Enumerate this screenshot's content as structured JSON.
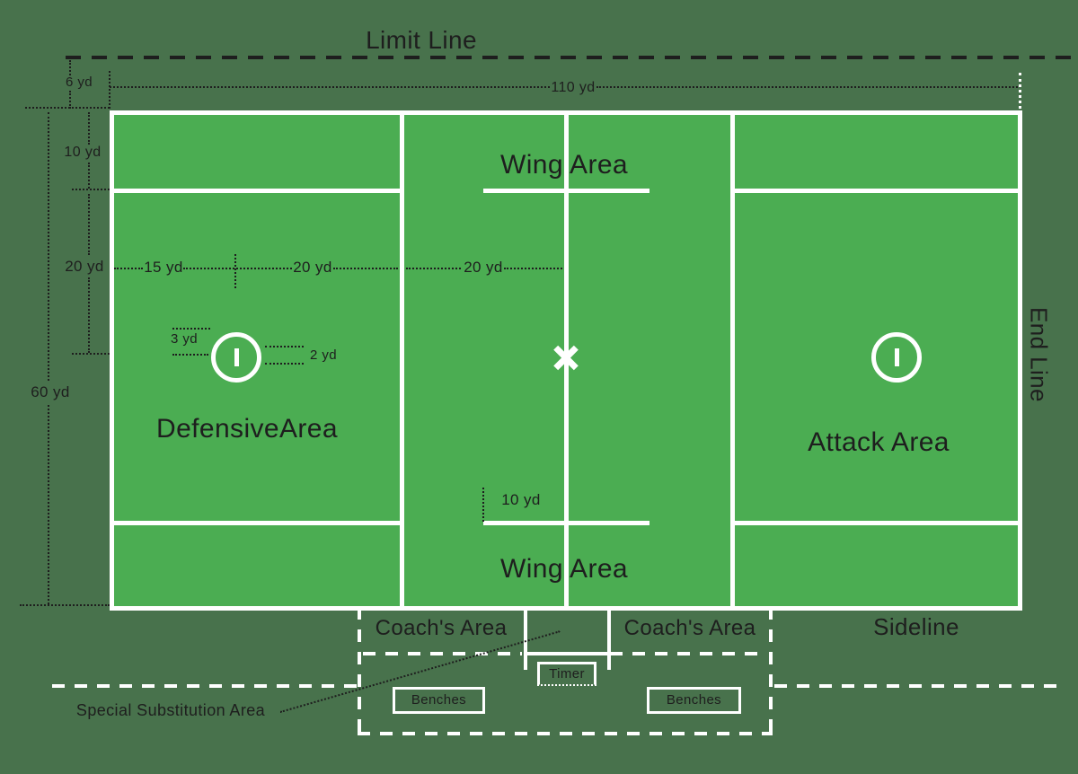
{
  "colors": {
    "background": "#48724C",
    "turf": "#4BAD52",
    "line": "#FFFFFF",
    "ink": "#1E1E1E"
  },
  "boundaries": {
    "limit_line": "Limit Line",
    "end_line": "End Line",
    "sideline": "Sideline"
  },
  "areas": {
    "wing_top": "Wing Area",
    "wing_bottom": "Wing Area",
    "defensive": "DefensiveArea",
    "attack": "Attack Area"
  },
  "bench_zone": {
    "coach_left": "Coach's Area",
    "coach_right": "Coach's Area",
    "timer": "Timer",
    "benches_left": "Benches",
    "benches_right": "Benches",
    "special_substitution": "Special Substitution Area"
  },
  "measurements": {
    "limit_offset": "6 yd",
    "field_length": "110 yd",
    "wing_depth": "10 yd",
    "wing_to_goal": "20 yd",
    "field_width": "60 yd",
    "goal_from_end": "15 yd",
    "goal_to_restraining": "20 yd",
    "restraining_to_center": "20 yd",
    "goal_circle_radius": "3 yd",
    "goal_gate_width": "2 yd",
    "wing_line_half": "10 yd"
  }
}
